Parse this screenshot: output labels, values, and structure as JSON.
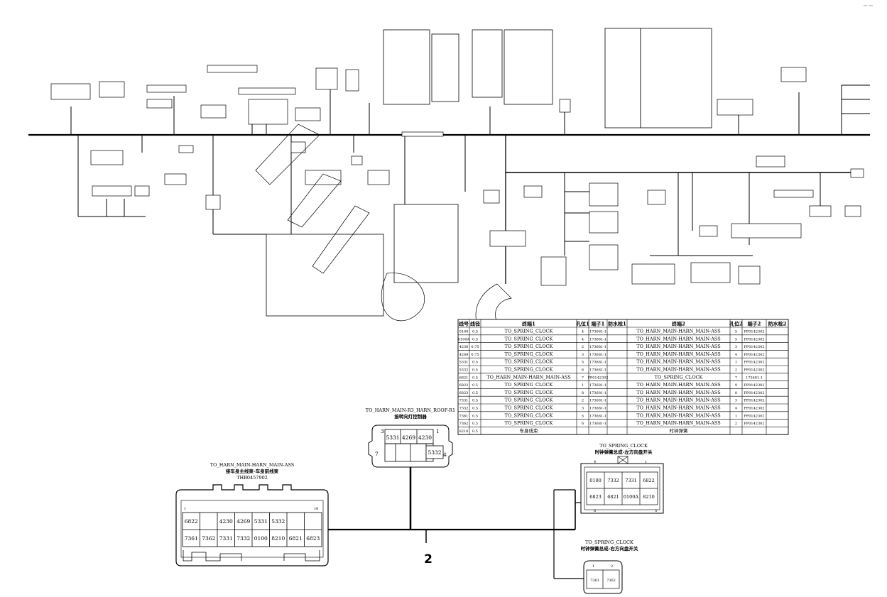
{
  "corner_text": "ⁿᵐ ᵐᵐ",
  "wire_table": {
    "headers": [
      "线号",
      "线径",
      "终端1",
      "孔位1",
      "端子1",
      "防水栓1",
      "终端2",
      "孔位2",
      "端子2",
      "防水栓2"
    ],
    "rows": [
      [
        "0100",
        "0.5",
        "TO_SPRING_CLOCK",
        "4",
        "173681-1",
        "",
        "TO_HARN_MAIN-HARN_MAIN-ASS",
        "5",
        "PP0142302",
        ""
      ],
      [
        "0100A",
        "0.5",
        "TO_SPRING_CLOCK",
        "4",
        "173681-1",
        "",
        "TO_HARN_MAIN-HARN_MAIN-ASS",
        "5",
        "PP0142302",
        ""
      ],
      [
        "4230",
        "0.75",
        "TO_SPRING_CLOCK",
        "2",
        "173681-1",
        "",
        "TO_HARN_MAIN-HARN_MAIN-ASS",
        "3",
        "PP0142302",
        ""
      ],
      [
        "4269",
        "0.75",
        "TO_SPRING_CLOCK",
        "3",
        "173681-1",
        "",
        "TO_HARN_MAIN-HARN_MAIN-ASS",
        "4",
        "PP0142302",
        ""
      ],
      [
        "5331",
        "0.5",
        "TO_SPRING_CLOCK",
        "5",
        "173681-1",
        "",
        "TO_HARN_MAIN-HARN_MAIN-ASS",
        "1",
        "PP0142302",
        ""
      ],
      [
        "5332",
        "0.5",
        "TO_SPRING_CLOCK",
        "6",
        "173681-1",
        "",
        "TO_HARN_MAIN-HARN_MAIN-ASS",
        "2",
        "PP0142302",
        ""
      ],
      [
        "6821",
        "0.5",
        "TO_HARN_MAIN-HARN_MAIN-ASS",
        "7",
        "PP0142302",
        "",
        "TO_SPRING_CLOCK",
        "7",
        "173681-1",
        ""
      ],
      [
        "6822",
        "0.5",
        "TO_SPRING_CLOCK",
        "1",
        "173681-1",
        "",
        "TO_HARN_MAIN-HARN_MAIN-ASS",
        "9",
        "PP0142302",
        ""
      ],
      [
        "6823",
        "0.5",
        "TO_SPRING_CLOCK",
        "8",
        "173681-1",
        "",
        "TO_HARN_MAIN-HARN_MAIN-ASS",
        "8",
        "PP0142302",
        ""
      ],
      [
        "7331",
        "0.5",
        "TO_SPRING_CLOCK",
        "2",
        "173681-1",
        "",
        "TO_HARN_MAIN-HARN_MAIN-ASS",
        "3",
        "PP0142302",
        ""
      ],
      [
        "7332",
        "0.5",
        "TO_SPRING_CLOCK",
        "3",
        "173681-1",
        "",
        "TO_HARN_MAIN-HARN_MAIN-ASS",
        "4",
        "PP0142302",
        ""
      ],
      [
        "7361",
        "0.5",
        "TO_SPRING_CLOCK",
        "5",
        "173681-1",
        "",
        "TO_HARN_MAIN-HARN_MAIN-ASS",
        "1",
        "PP0142302",
        ""
      ],
      [
        "7362",
        "0.5",
        "TO_SPRING_CLOCK",
        "6",
        "173681-1",
        "",
        "TO_HARN_MAIN-HARN_MAIN-ASS",
        "2",
        "PP0142302",
        ""
      ]
    ],
    "footer_row": [
      "8210",
      "0.5",
      "车身线束",
      "",
      "",
      "",
      "时钟弹簧",
      "",
      "",
      ""
    ]
  },
  "roof_connector": {
    "title": "TO_HARN_MAIN-R3_HARN_ROOF-R1",
    "subtitle": "接转向灯控制器",
    "pin_top_left": "3",
    "pin_top_right": "1",
    "pin_bottom_left": "7",
    "pin_bottom_right": "4",
    "cells_top": [
      "5331",
      "4269",
      "4230"
    ],
    "side_cell": "5332"
  },
  "main_connector": {
    "title": "TO_HARN_MAIN-HARN_MAIN-ASS",
    "subtitle": "接车身主线束-车身前线束",
    "part_no": "THB0457902",
    "pin_left": "1",
    "pin_right": "16",
    "row1": [
      "6822",
      "",
      "4230",
      "4269",
      "5331",
      "5332",
      "",
      ""
    ],
    "row2": [
      "7361",
      "7362",
      "7331",
      "7332",
      "0100",
      "8210",
      "6821",
      "6823"
    ]
  },
  "clock_connector": {
    "title": "TO_SPRING_CLOCK",
    "subtitle": "时钟弹簧总成-左方向盘开关",
    "pin_tl": "4",
    "pin_tr": "1",
    "pin_bl": "8",
    "pin_br": "5",
    "row1": [
      "0100",
      "7332",
      "7331",
      "6822"
    ],
    "row2": [
      "6823",
      "6821",
      "0100A",
      "8210"
    ]
  },
  "clock_connector2": {
    "title": "TO_SPRING_CLOCK",
    "subtitle": "时钟弹簧总成-右方向盘开关",
    "pin_l": "1",
    "pin_r": "2",
    "cells": [
      "7361",
      "7362"
    ]
  },
  "bundle_label": "2"
}
